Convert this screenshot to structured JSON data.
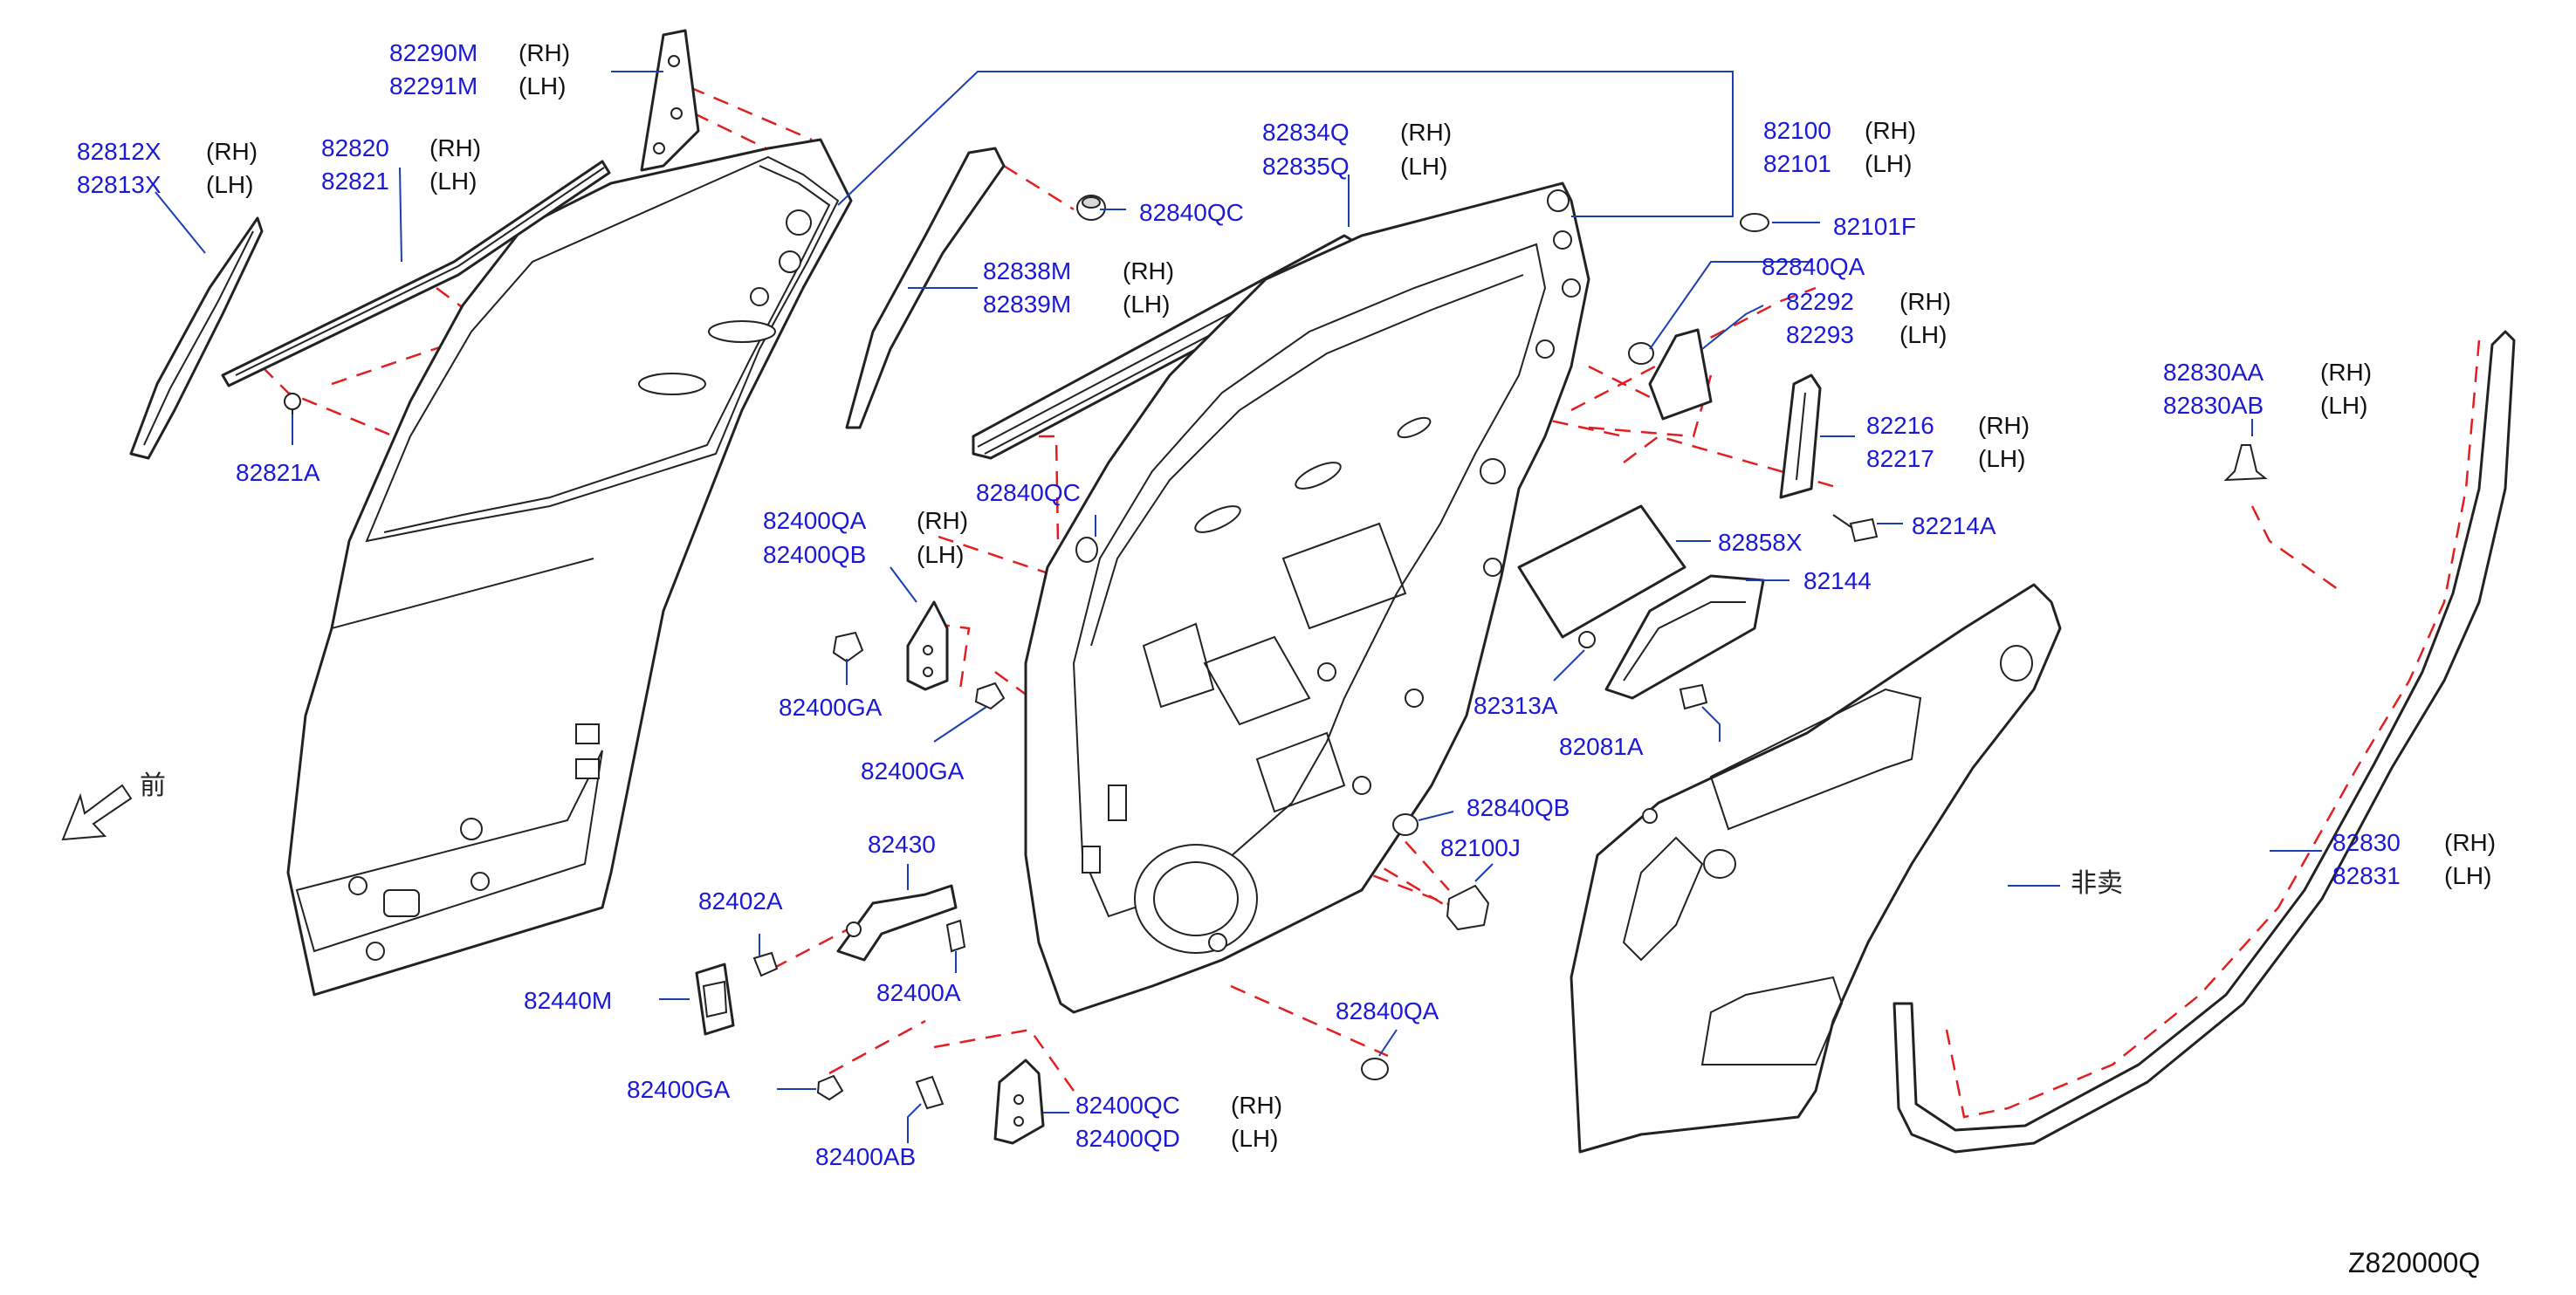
{
  "diagram": {
    "callouts": [
      {
        "id": "c1",
        "parts": [
          "82290M",
          "82291M"
        ],
        "sides": [
          "(RH)",
          "(LH)"
        ]
      },
      {
        "id": "c2",
        "parts": [
          "82812X",
          "82813X"
        ],
        "sides": [
          "(RH)",
          "(LH)"
        ]
      },
      {
        "id": "c3",
        "parts": [
          "82820",
          "82821"
        ],
        "sides": [
          "(RH)",
          "(LH)"
        ]
      },
      {
        "id": "c4",
        "parts": [
          "82821A"
        ],
        "sides": []
      },
      {
        "id": "c5",
        "parts": [
          "82834Q",
          "82835Q"
        ],
        "sides": [
          "(RH)",
          "(LH)"
        ]
      },
      {
        "id": "c6",
        "parts": [
          "82840QC"
        ],
        "sides": []
      },
      {
        "id": "c7",
        "parts": [
          "82838M",
          "82839M"
        ],
        "sides": [
          "(RH)",
          "(LH)"
        ]
      },
      {
        "id": "c8",
        "parts": [
          "82100",
          "82101"
        ],
        "sides": [
          "(RH)",
          "(LH)"
        ]
      },
      {
        "id": "c9",
        "parts": [
          "82101F"
        ],
        "sides": []
      },
      {
        "id": "c10",
        "parts": [
          "82840QA"
        ],
        "sides": []
      },
      {
        "id": "c11",
        "parts": [
          "82292",
          "82293"
        ],
        "sides": [
          "(RH)",
          "(LH)"
        ]
      },
      {
        "id": "c12",
        "parts": [
          "82830AA",
          "82830AB"
        ],
        "sides": [
          "(RH)",
          "(LH)"
        ]
      },
      {
        "id": "c13",
        "parts": [
          "82216",
          "82217"
        ],
        "sides": [
          "(RH)",
          "(LH)"
        ]
      },
      {
        "id": "c14",
        "parts": [
          "82214A"
        ],
        "sides": []
      },
      {
        "id": "c15",
        "parts": [
          "82840QC"
        ],
        "sides": []
      },
      {
        "id": "c16",
        "parts": [
          "82400QA",
          "82400QB"
        ],
        "sides": [
          "(RH)",
          "(LH)"
        ]
      },
      {
        "id": "c17",
        "parts": [
          "82858X"
        ],
        "sides": []
      },
      {
        "id": "c18",
        "parts": [
          "82144"
        ],
        "sides": []
      },
      {
        "id": "c19",
        "parts": [
          "82400GA"
        ],
        "sides": []
      },
      {
        "id": "c20",
        "parts": [
          "82313A"
        ],
        "sides": []
      },
      {
        "id": "c21",
        "parts": [
          "82400GA"
        ],
        "sides": []
      },
      {
        "id": "c22",
        "parts": [
          "82081A"
        ],
        "sides": []
      },
      {
        "id": "c23",
        "parts": [
          "82840QB"
        ],
        "sides": []
      },
      {
        "id": "c24",
        "parts": [
          "82430"
        ],
        "sides": []
      },
      {
        "id": "c25",
        "parts": [
          "82100J"
        ],
        "sides": []
      },
      {
        "id": "c26",
        "parts": [
          "82830",
          "82831"
        ],
        "sides": [
          "(RH)",
          "(LH)"
        ]
      },
      {
        "id": "c27",
        "parts": [
          "82402A"
        ],
        "sides": []
      },
      {
        "id": "c28",
        "parts": [
          "82400A"
        ],
        "sides": []
      },
      {
        "id": "c29",
        "parts": [
          "82440M"
        ],
        "sides": []
      },
      {
        "id": "c30",
        "parts": [
          "82840QA"
        ],
        "sides": []
      },
      {
        "id": "c31",
        "parts": [
          "82400QC",
          "82400QD"
        ],
        "sides": [
          "(RH)",
          "(LH)"
        ]
      },
      {
        "id": "c32",
        "parts": [
          "82400GA"
        ],
        "sides": []
      },
      {
        "id": "c33",
        "parts": [
          "82400AB"
        ],
        "sides": []
      }
    ],
    "not_for_sale_label": "非卖",
    "front_label": "前",
    "diagram_code": "Z820000Q",
    "colors": {
      "part_number": "#1a1ad6",
      "leader": "#1a3fb0",
      "dashed": "#e02020",
      "outline": "#222222"
    }
  }
}
